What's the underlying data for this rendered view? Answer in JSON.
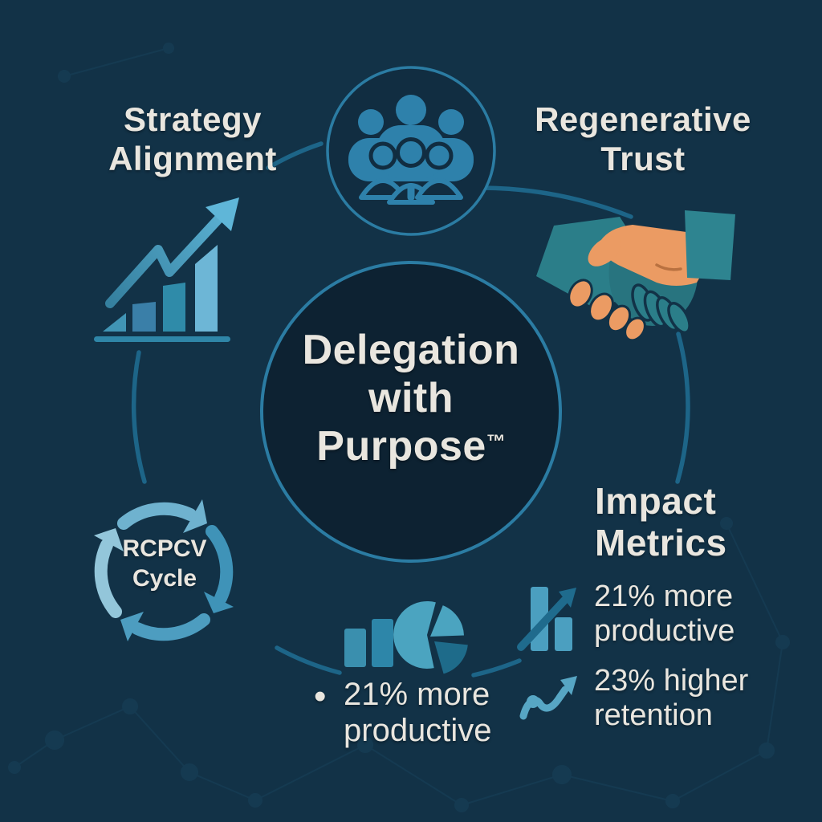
{
  "title": "Delegation with Purpose™",
  "palette": {
    "background": "#123247",
    "center_circle_fill": "#0d2232",
    "circle_stroke": "#2b7ca3",
    "connector_ring": "#1d6588",
    "teal_icon": "#2e81ab",
    "light_blue": "#6db6d6",
    "orange": "#eb9b63",
    "hand_teal": "#2b7e89",
    "off_white": "#e9e6df",
    "pie_light": "#4ba4c0",
    "pie_dark": "#1e6b8a"
  },
  "center_badge": {
    "line1": "Delegation",
    "line2": "with",
    "line3": "Purpose",
    "trademark": "™"
  },
  "strategy": {
    "line1": "Strategy",
    "line2": "Alignment"
  },
  "trust": {
    "line1": "Regenerative",
    "line2": "Trust"
  },
  "cycle": {
    "line1": "RCPCV",
    "line2": "Cycle"
  },
  "impact": {
    "heading1": "Impact",
    "heading2": "Metrics",
    "rows": [
      {
        "line1": "21% more",
        "line2": "productive"
      },
      {
        "line1": "23% higher",
        "line2": "retention"
      }
    ]
  },
  "productivity": {
    "bullet": "•",
    "line1": "21% more",
    "line2": "productive"
  },
  "icons": [
    "people-group-icon",
    "growth-chart-icon",
    "handshake-icon",
    "cycle-arrows-icon",
    "bar-pie-chart-icon",
    "bars-arrow-icon",
    "trend-arrow-icon"
  ]
}
